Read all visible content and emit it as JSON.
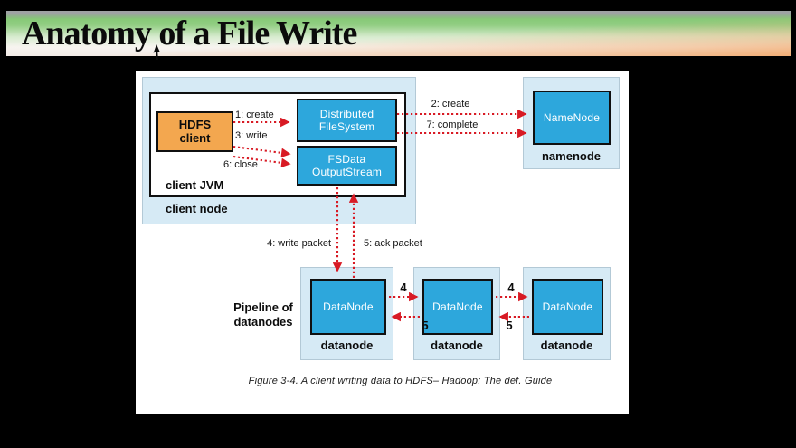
{
  "title": "Anatomy of a File Write",
  "colors": {
    "background": "#000000",
    "banner_green": "#7cc56c",
    "banner_peach": "#f2ad76",
    "panel_white": "#ffffff",
    "node_blue": "#2da7dc",
    "container_light_blue": "#d6eaf5",
    "client_orange": "#f3a74f",
    "arrow_red": "#d81a24",
    "box_border": "#101010"
  },
  "diagram": {
    "caption": "Figure 3-4. A client writing data to HDFS– Hadoop: The def. Guide",
    "client_node": {
      "label": "client node",
      "jvm_label": "client JVM",
      "hdfs_client_label": "HDFS\nclient",
      "distributed_filesystem_label": "Distributed\nFileSystem",
      "fsdata_outputstream_label": "FSData\nOutputStream"
    },
    "namenode": {
      "box_label": "NameNode",
      "label": "namenode"
    },
    "pipeline_label": "Pipeline of\ndatanodes",
    "datanodes": [
      {
        "box_label": "DataNode",
        "label": "datanode"
      },
      {
        "box_label": "DataNode",
        "label": "datanode"
      },
      {
        "box_label": "DataNode",
        "label": "datanode"
      }
    ],
    "arrows": {
      "create1": "1: create",
      "create2": "2: create",
      "write3": "3: write",
      "write_packet4": "4: write packet",
      "ack_packet5": "5: ack packet",
      "close6": "6: close",
      "complete7": "7: complete",
      "pipeline_forward": "4",
      "pipeline_ack": "5"
    }
  }
}
